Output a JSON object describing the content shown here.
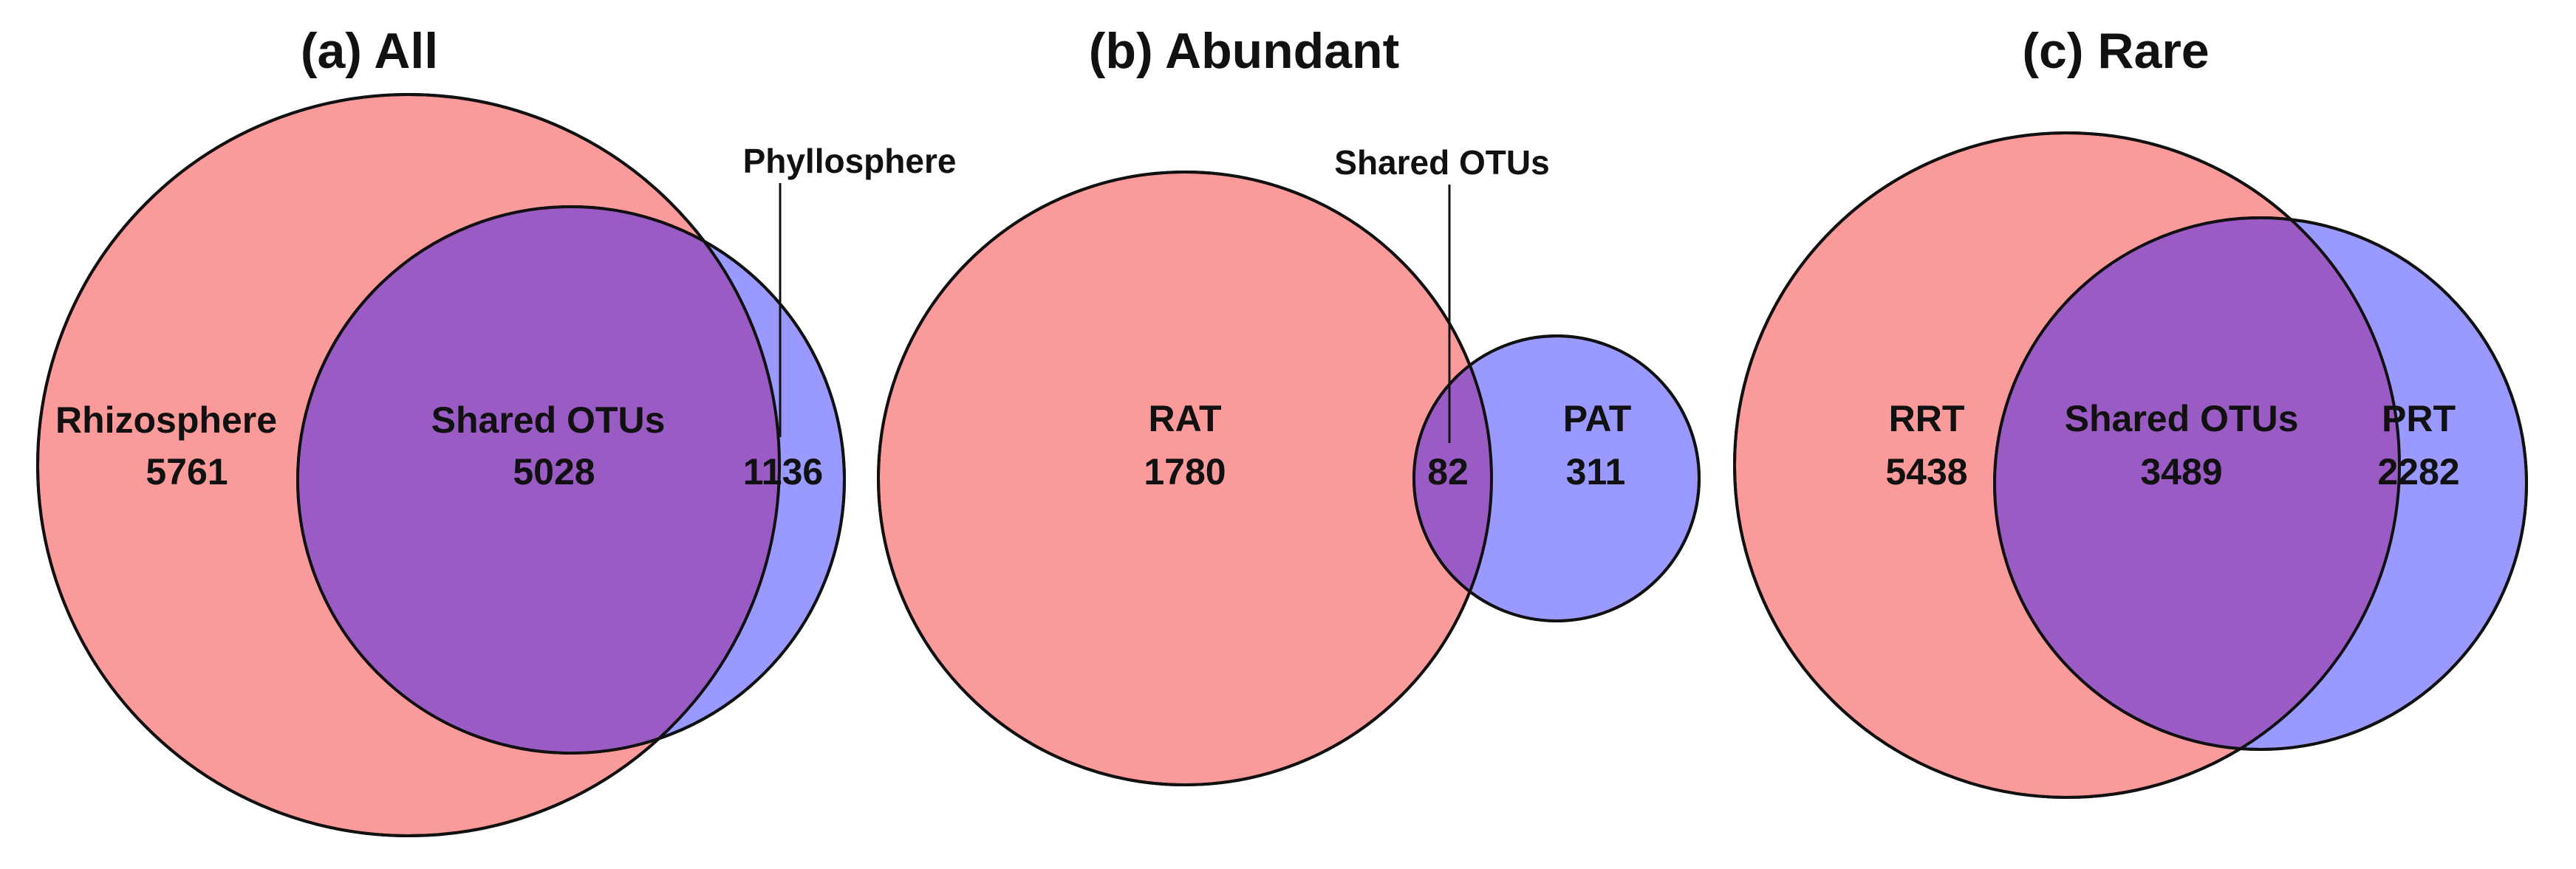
{
  "colors": {
    "left_set": "#fb9a9a",
    "right_set": "#9999ff",
    "overlap": "#9a5bc5",
    "outline": "#111111"
  },
  "panels": [
    {
      "title": "(a) All",
      "left": {
        "label": "Rhizosphere",
        "count": "5761"
      },
      "overlap": {
        "label": "Shared OTUs",
        "count": "5028"
      },
      "right": {
        "label": "Phyllosphere",
        "count": "1136"
      }
    },
    {
      "title": "(b) Abundant",
      "left": {
        "label": "RAT",
        "count": "1780"
      },
      "overlap": {
        "label": "Shared OTUs",
        "count": "82"
      },
      "right": {
        "label": "PAT",
        "count": "311"
      }
    },
    {
      "title": "(c) Rare",
      "left": {
        "label": "RRT",
        "count": "5438"
      },
      "overlap": {
        "label": "Shared OTUs",
        "count": "3489"
      },
      "right": {
        "label": "PRT",
        "count": "2282"
      }
    }
  ]
}
